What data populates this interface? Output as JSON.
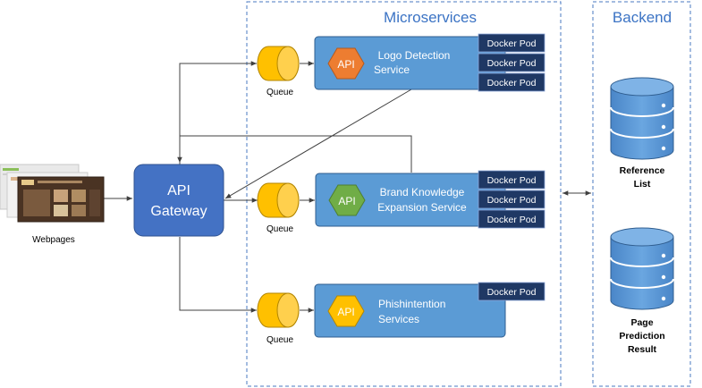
{
  "colors": {
    "group_border": "#4a78c2",
    "group_title": "#3b73c4",
    "service_fill": "#5b9bd5",
    "service_border": "#2f5d8f",
    "gateway_fill": "#4472c4",
    "docker_fill": "#1f3864",
    "queue_fill": "#ffc000",
    "queue_border": "#b38600",
    "api_orange": "#ed7d31",
    "api_green": "#70ad47",
    "api_yellow": "#ffc000",
    "db_fill": "#5b9bd5",
    "line": "#404040"
  },
  "groups": {
    "microservices_title": "Microservices",
    "backend_title": "Backend"
  },
  "gateway": {
    "line1": "API",
    "line2": "Gateway"
  },
  "webpages": {
    "label": "Webpages"
  },
  "queues": [
    "Queue",
    "Queue",
    "Queue"
  ],
  "services": [
    {
      "api_label": "API",
      "api_icon": "orange-hexagon-icon",
      "line1": "Logo Detection",
      "line2": "Service",
      "pods": [
        "Docker Pod",
        "Docker Pod",
        "Docker Pod"
      ]
    },
    {
      "api_label": "API",
      "api_icon": "green-hexagon-icon",
      "line1": "Brand Knowledge",
      "line2": "Expansion Service",
      "pods": [
        "Docker Pod",
        "Docker Pod",
        "Docker Pod"
      ]
    },
    {
      "api_label": "API",
      "api_icon": "yellow-hexagon-icon",
      "line1": "Phishintention",
      "line2": "Services",
      "pods": [
        "Docker Pod"
      ]
    }
  ],
  "databases": [
    {
      "icon": "database-icon",
      "line1": "Reference",
      "line2": "List"
    },
    {
      "icon": "database-icon",
      "line1": "Page",
      "line2": "Prediction",
      "line3": "Result"
    }
  ]
}
